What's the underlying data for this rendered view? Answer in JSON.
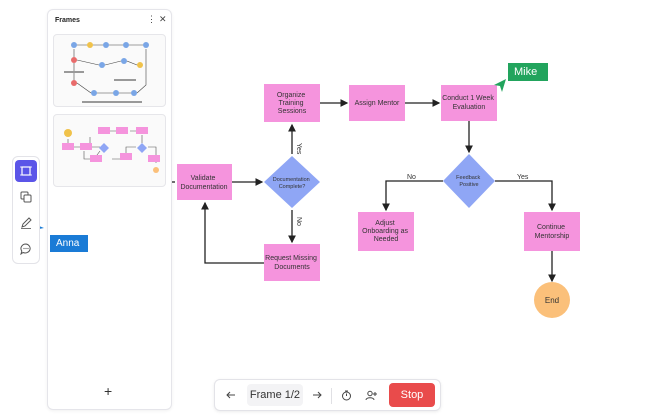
{
  "panel": {
    "title": "Frames",
    "more_icon": "more-vertical-icon",
    "close_icon": "close-icon",
    "add_label": "+"
  },
  "toolbar": {
    "tools": [
      "frame-icon",
      "copy-icon",
      "pen-icon",
      "comment-icon"
    ]
  },
  "cursors": {
    "anna": "Anna",
    "mike": "Mike"
  },
  "flow": {
    "validate": [
      "Validate",
      "Documentation"
    ],
    "complete": [
      "Documentation",
      "Complete?"
    ],
    "organize": [
      "Organize",
      "Training",
      "Sessions"
    ],
    "request": [
      "Request Missing",
      "Documents"
    ],
    "assign": [
      "Assign Mentor"
    ],
    "conduct": [
      "Conduct 1 Week",
      "Evaluation"
    ],
    "feedback": [
      "Feedback",
      "Positive"
    ],
    "adjust": [
      "Adjust",
      "Onboarding as",
      "Needed"
    ],
    "continue": [
      "Continue",
      "Mentorship"
    ],
    "end": "End",
    "yes1": "Yes",
    "no1": "No",
    "no2": "No",
    "yes2": "Yes"
  },
  "bottombar": {
    "prev_icon": "arrow-left-icon",
    "frame_label": "Frame 1/2",
    "next_icon": "arrow-right-icon",
    "timer_icon": "timer-icon",
    "add_user_icon": "add-user-icon",
    "stop_label": "Stop"
  },
  "colors": {
    "node_pink": "#f594dd",
    "node_blue": "#8fa6f5",
    "end_orange": "#fbc07a",
    "accent": "#5b55e8",
    "stop_red": "#e94b4b",
    "anna_blue": "#1a7bd6",
    "mike_green": "#22a45d"
  }
}
